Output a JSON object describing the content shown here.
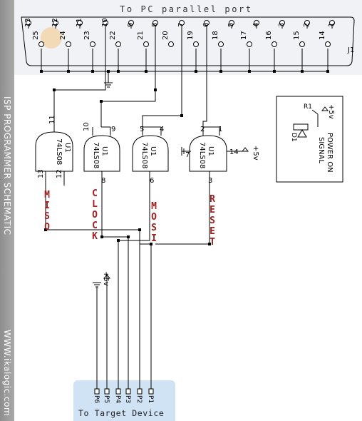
{
  "title": "To PC parallel port",
  "connector_ref": "J1",
  "side_title": "ISP PROGRAMMER SCHEMATIC",
  "side_site": "WWW.ikalogic.com",
  "target_label": "To Target Device",
  "top_pins": [
    "1",
    "2",
    "3",
    "4",
    "5",
    "6",
    "7",
    "8",
    "9",
    "10",
    "11",
    "12",
    "13"
  ],
  "bottom_pins": [
    "14",
    "15",
    "16",
    "17",
    "18",
    "19",
    "20",
    "21",
    "22",
    "23",
    "24",
    "25"
  ],
  "gates": [
    {
      "ref": "U1",
      "part": "74LS08",
      "in_a": "11",
      "in_b": "",
      "out": "13",
      "extra": "12"
    },
    {
      "ref": "U1",
      "part": "74LS08",
      "in_a": "10",
      "in_b": "9",
      "out": "8"
    },
    {
      "ref": "U1",
      "part": "74LS08",
      "in_a": "5",
      "in_b": "4",
      "out": "6"
    },
    {
      "ref": "U1",
      "part": "74LS08",
      "in_a": "2",
      "in_b": "1",
      "out": "3",
      "vcc": "14",
      "gnd": "7"
    }
  ],
  "signals": [
    "MISO",
    "CLOCK",
    "MOSI",
    "RESET"
  ],
  "target_pins": [
    "P6",
    "P5",
    "P4",
    "P3",
    "P2",
    "P1"
  ],
  "vcc_label": "+5v",
  "power_box": {
    "resistor": "R1",
    "led": "D1",
    "vcc": "+5v",
    "label_1": "POWER ON",
    "label_2": "SIGNAL"
  }
}
